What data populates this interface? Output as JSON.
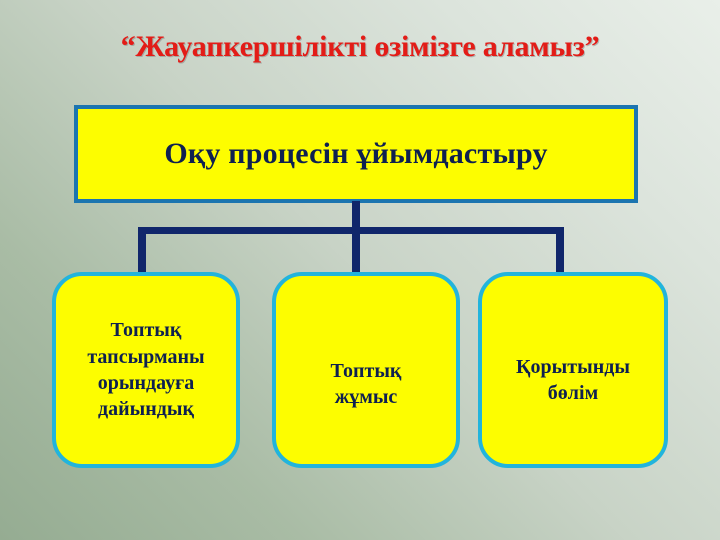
{
  "slide": {
    "title": "“Жауапкершілікті өзімізге аламыз”",
    "title_color": "#E31C17",
    "background_colors": [
      "#E9EFE9",
      "#95AC92"
    ]
  },
  "diagram": {
    "root": {
      "label": "Оқу процесін ұйымдастыру",
      "fill_color": "#FDFD00",
      "border_color": "#1C75B0",
      "text_color": "#0E2050"
    },
    "connector_color": "#10266B",
    "children": [
      {
        "label": "Топтық\nтапсырманы\nорындауға\nдайындық",
        "fill_color": "#FDFD00",
        "border_color": "#22B4DC",
        "text_color": "#0E2050"
      },
      {
        "label": "Топтық\nжұмыс",
        "fill_color": "#FDFD00",
        "border_color": "#22B4DC",
        "text_color": "#0E2050"
      },
      {
        "label": "Қорытынды\nбөлім",
        "fill_color": "#FDFD00",
        "border_color": "#22B4DC",
        "text_color": "#0E2050"
      }
    ]
  }
}
